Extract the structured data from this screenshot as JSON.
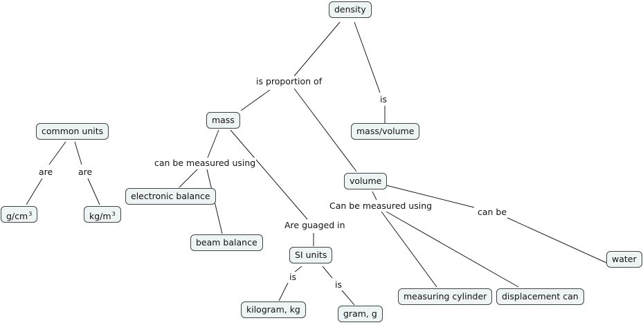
{
  "concepts": {
    "density": "density",
    "mass_volume": "mass/volume",
    "mass": "mass",
    "volume": "volume",
    "common_units": "common units",
    "gcm_base": "g/cm",
    "gcm_exp": "3",
    "kgm_base": "kg/m",
    "kgm_exp": "3",
    "electronic_balance": "electronic balance",
    "beam_balance": "beam balance",
    "si_units": "SI units",
    "kilogram": "kilogram, kg",
    "gram": "gram, g",
    "measuring_cylinder": "measuring cylinder",
    "displacement_can": "displacement can",
    "water": "water"
  },
  "links": {
    "is_proportion_of": "is proportion of",
    "is_def": "is",
    "are_1": "are",
    "are_2": "are",
    "mass_measured": "can be measured using",
    "guaged_in": "Are guaged in",
    "is_kg": "is",
    "is_g": "is",
    "volume_measured": "Can be measured using",
    "can_be": "can be"
  }
}
